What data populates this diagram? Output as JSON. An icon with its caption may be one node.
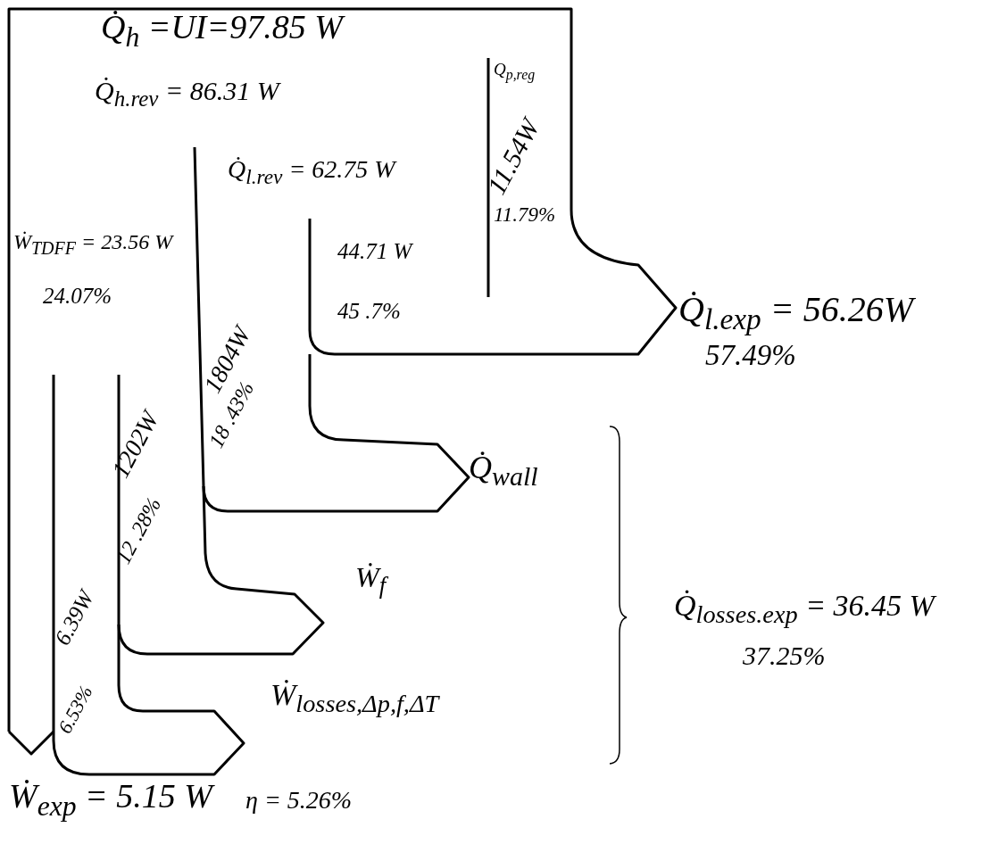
{
  "diagram": {
    "labels": [
      "Q̇$_{h}$ =UI=97.85 W",
      "Q̇$_{h.rev}$ = 86.31 W",
      "Q$_{p,reg}$",
      "11.54W",
      "11.79%",
      "Q̇$_{l.rev}$ = 62.75 W",
      "Ẇ$_{TDFF}$ = 23.56 W",
      "44.71 W",
      "24.07%",
      "45 .7%",
      "Q̇$_{l.exp}$ = 56.26W",
      "1804W",
      "57.49%",
      "18 .43%",
      "1202W",
      "Q̇$_{wall}$",
      "12 .28%",
      "Ẇ$_{f}$",
      "6.39W",
      "Q̇$_{losses.exp}$ = 36.45 W",
      "37.25%",
      "6.53%",
      "Ẇ$_{losses,Δp,f,ΔT}$",
      "Ẇ$_{exp}$ = 5.15 W",
      "η = 5.26%"
    ]
  }
}
